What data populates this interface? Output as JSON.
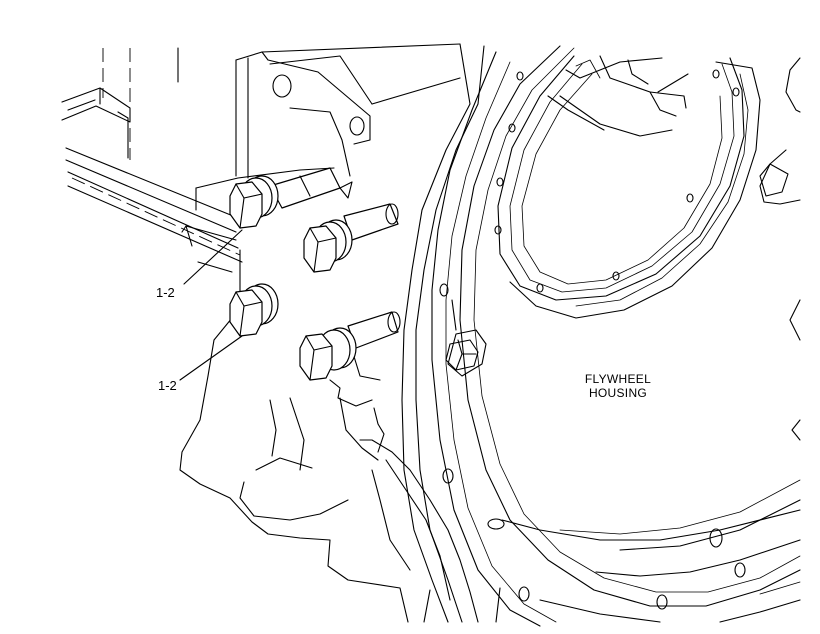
{
  "diagram": {
    "callouts": [
      {
        "id": "upper",
        "label": "1-2"
      },
      {
        "id": "lower",
        "label": "1-2"
      }
    ],
    "housing_label": {
      "line1": "FLYWHEEL",
      "line2": "HOUSING"
    }
  }
}
